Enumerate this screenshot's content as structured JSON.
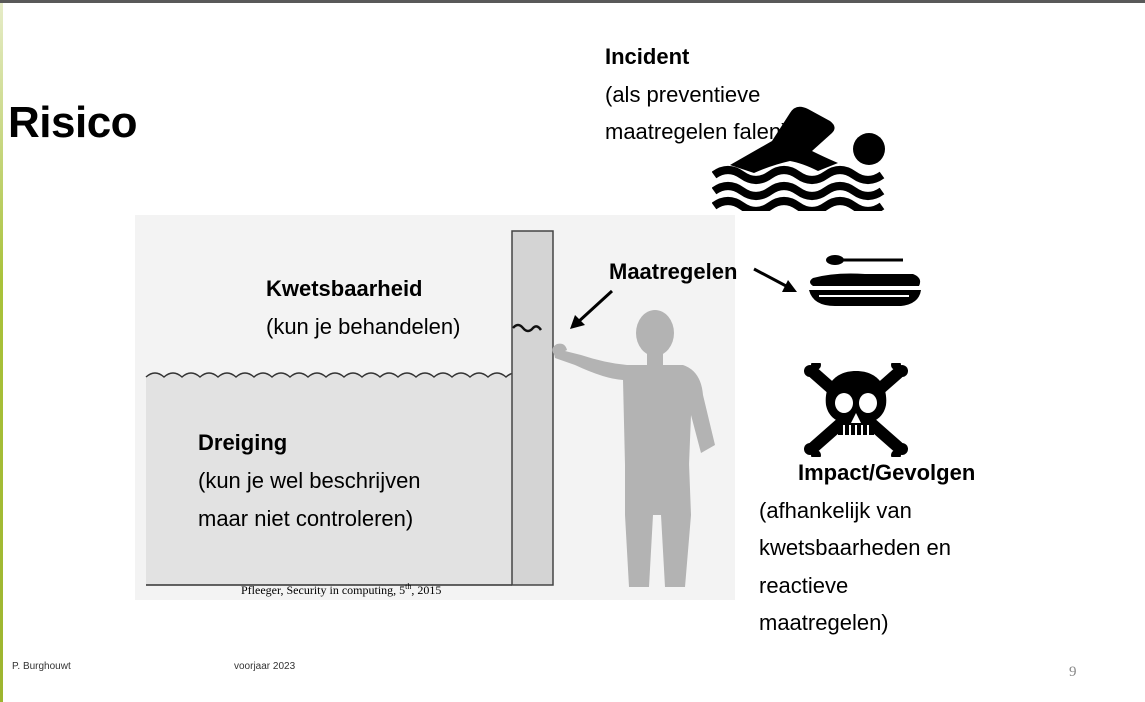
{
  "slide": {
    "title": "Risico",
    "incident": {
      "heading": "Incident",
      "line1": "(als preventieve",
      "line2": "maatregelen falen)"
    },
    "maatregelen": "Maatregelen",
    "kwetsbaarheid": {
      "heading": "Kwetsbaarheid",
      "line1": "(kun je behandelen)"
    },
    "dreiging": {
      "heading": "Dreiging",
      "line1": "(kun je wel beschrijven",
      "line2": "maar niet controleren)"
    },
    "impact": {
      "heading": "Impact/Gevolgen",
      "line1": "(afhankelijk van",
      "line2": "kwetsbaarheden en",
      "line3": "reactieve",
      "line4": "maatregelen)"
    },
    "citation_prefix": "Pfleeger, Security in computing, 5",
    "citation_sup": "th",
    "citation_suffix": ", 2015"
  },
  "footer": {
    "author": "P. Burghouwt",
    "date": "voorjaar 2023",
    "page": "9"
  },
  "icons": [
    "swimmer-icon",
    "dinghy-icon",
    "skull-crossbones-icon",
    "person-silhouette"
  ],
  "colors": {
    "accent_bar": "#9db52f",
    "top_bar": "#595959",
    "water": "#e2e2e2",
    "silhouette": "#b3b3b3"
  }
}
